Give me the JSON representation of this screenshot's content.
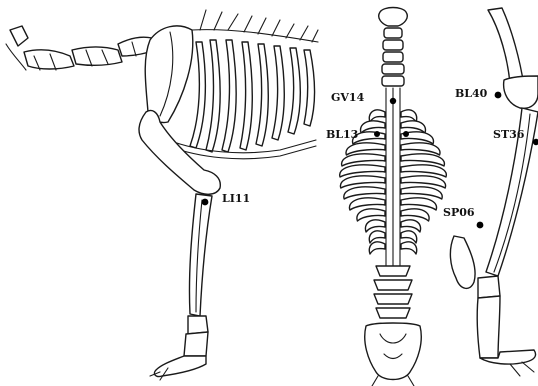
{
  "points": [
    {
      "id": "gv14",
      "label": "GV14"
    },
    {
      "id": "bl13",
      "label": "BL13"
    },
    {
      "id": "li11",
      "label": "LI11"
    },
    {
      "id": "bl40",
      "label": "BL40"
    },
    {
      "id": "st36",
      "label": "ST36"
    },
    {
      "id": "sp06",
      "label": "SP06"
    }
  ],
  "colors": {
    "ink": "#111111",
    "paper": "#ffffff"
  }
}
